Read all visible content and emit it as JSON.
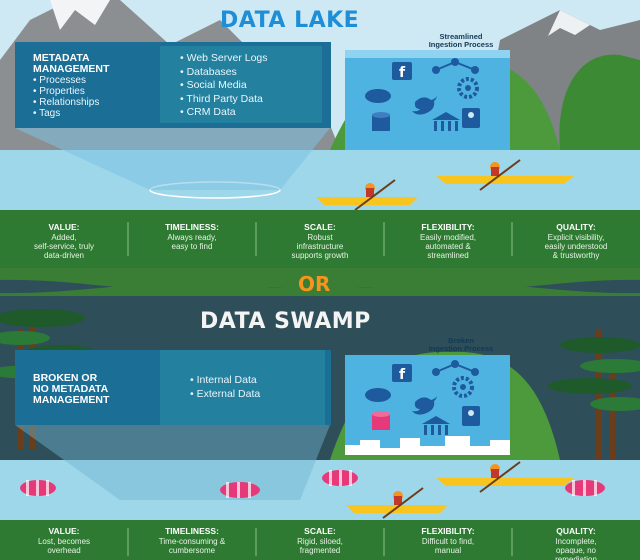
{
  "lake": {
    "title": "DATA LAKE",
    "ingestion_label": "Streamlined\nIngestion Process",
    "metadata_heading": "METADATA\nMANAGEMENT",
    "metadata_items": [
      "Processes",
      "Properties",
      "Relationships",
      "Tags"
    ],
    "sources": [
      "Web Server Logs",
      "Databases",
      "Social Media",
      "Third Party Data",
      "CRM Data"
    ],
    "attributes": [
      {
        "label": "VALUE:",
        "desc": "Added,\nself-service, truly\ndata-driven"
      },
      {
        "label": "TIMELINESS:",
        "desc": "Always ready,\neasy to find"
      },
      {
        "label": "SCALE:",
        "desc": "Robust\ninfrastructure\nsupports growth"
      },
      {
        "label": "FLEXIBILITY:",
        "desc": "Easily modified,\nautomated &\nstreamlined"
      },
      {
        "label": "QUALITY:",
        "desc": "Explicit visibility,\neasily understood\n& trustworthy"
      }
    ]
  },
  "divider": {
    "text": "OR"
  },
  "swamp": {
    "title": "DATA SWAMP",
    "ingestion_label": "Broken\nIngestion Process",
    "metadata_heading": "BROKEN OR\nNO METADATA\nMANAGEMENT",
    "sources": [
      "Internal Data",
      "External Data"
    ],
    "attributes": [
      {
        "label": "VALUE:",
        "desc": "Lost, becomes\noverhead"
      },
      {
        "label": "TIMELINESS:",
        "desc": "Time-consuming &\ncumbersome"
      },
      {
        "label": "SCALE:",
        "desc": "Rigid, siloed,\nfragmented"
      },
      {
        "label": "FLEXIBILITY:",
        "desc": "Difficult to find,\nmanual"
      },
      {
        "label": "QUALITY:",
        "desc": "Incomplete,\nopaque, no\nremediation"
      }
    ]
  },
  "icons": [
    "facebook-icon",
    "network-icon",
    "salesforce-icon",
    "gear-icon",
    "twitter-icon",
    "database-icon",
    "bank-icon",
    "id-card-icon"
  ],
  "colors": {
    "sky": "#cfe9f4",
    "lake_panel": "#1b6f96",
    "swamp_bg": "#2e4e59",
    "grass": "#3a7d35",
    "water": "#9ed6ea",
    "waterfall": "#4fb3e2",
    "accent": "#f7941d",
    "title_blue": "#1e8fd6"
  }
}
